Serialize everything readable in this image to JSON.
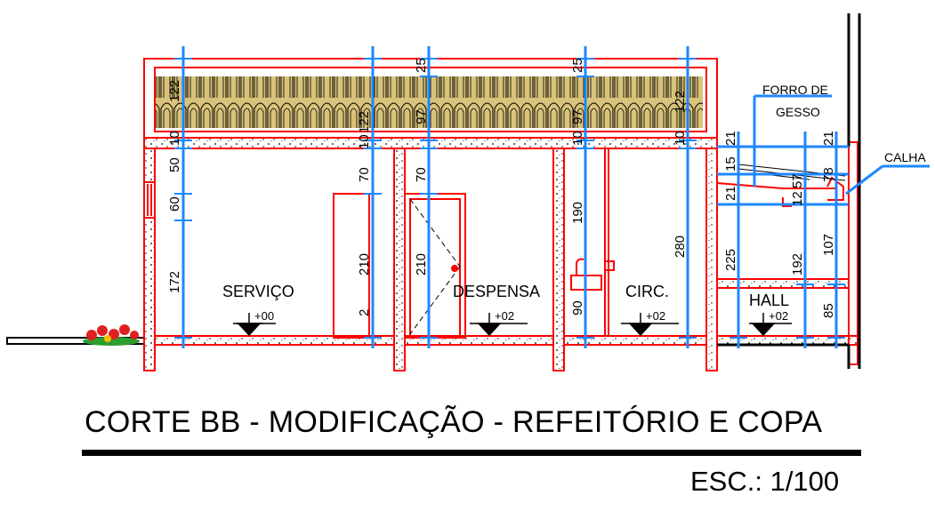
{
  "drawing": {
    "rooms": [
      {
        "name": "SERVIÇO",
        "level": "+00"
      },
      {
        "name": "DESPENSA",
        "level": "+02"
      },
      {
        "name": "CIRC.",
        "level": "+02"
      },
      {
        "name": "HALL",
        "level": "+02"
      }
    ],
    "callouts": {
      "forro_line1": "FORRO DE",
      "forro_line2": "GESSO",
      "calha": "CALHA"
    },
    "dimensions": {
      "d122": "122",
      "d10": "10",
      "d50": "50",
      "d60": "60",
      "d172": "172",
      "d70": "70",
      "d210": "210",
      "d2": "2",
      "d25": "25",
      "d97": "97",
      "d190": "190",
      "d90": "90",
      "d280": "280",
      "d21": "21",
      "d15": "15",
      "d57": "57",
      "d78": "78",
      "d12": "12",
      "d225": "225",
      "d192": "192",
      "d107": "107",
      "d85": "85"
    },
    "colors": {
      "walls": "#ff0000",
      "dimension_lines": "#1e88ff",
      "roof_tiles": "#d9c27a",
      "text": "#000000"
    }
  },
  "title": "CORTE BB - MODIFICAÇÃO - REFEITÓRIO E COPA",
  "scale": "ESC.: 1/100"
}
